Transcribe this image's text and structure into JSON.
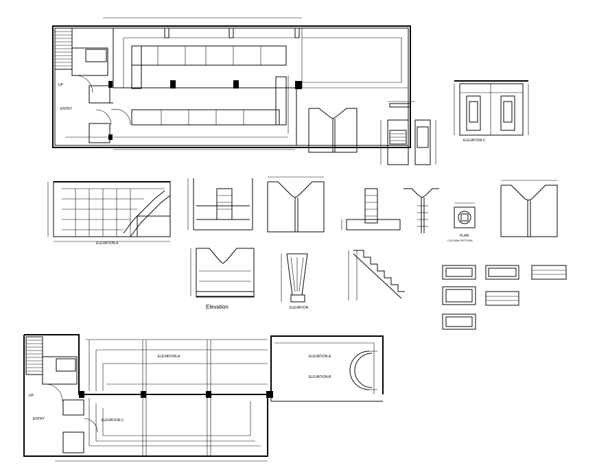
{
  "labels": {
    "up_top": "UP",
    "entry_top": "ENTRY",
    "elevation_a": "ELEVATION-A",
    "elevation_b": "ELEVATION-B",
    "elevation_c": "ELEVATION-C",
    "elevation_big": "Elevation",
    "elevation_small": "ELEVATION",
    "plan": "PLAN",
    "column_pattern": "COLUMN PATTERN",
    "up_bottom": "UP",
    "entry_bottom": "ENTRY",
    "plan_elev_a": "ELEVATION-A",
    "plan_elev_b": "ELEVATION-B",
    "plan_elev_c": "ELEVATION-C",
    "plan_elev_a2": "ELEVATION-A"
  }
}
